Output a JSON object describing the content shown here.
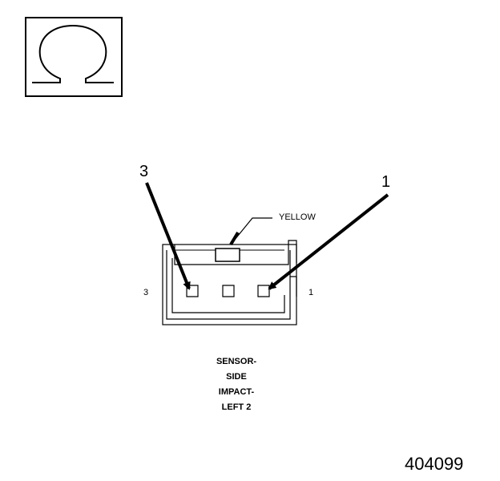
{
  "symbol": {
    "icon": "ohm-meter-icon"
  },
  "labels": {
    "callout_3": "3",
    "callout_1": "1",
    "wire_color": "YELLOW",
    "pin_3": "3",
    "pin_1": "1"
  },
  "caption": {
    "line1": "SENSOR-",
    "line2": "SIDE",
    "line3": "IMPACT-",
    "line4": "LEFT 2"
  },
  "figure_id": "404099"
}
